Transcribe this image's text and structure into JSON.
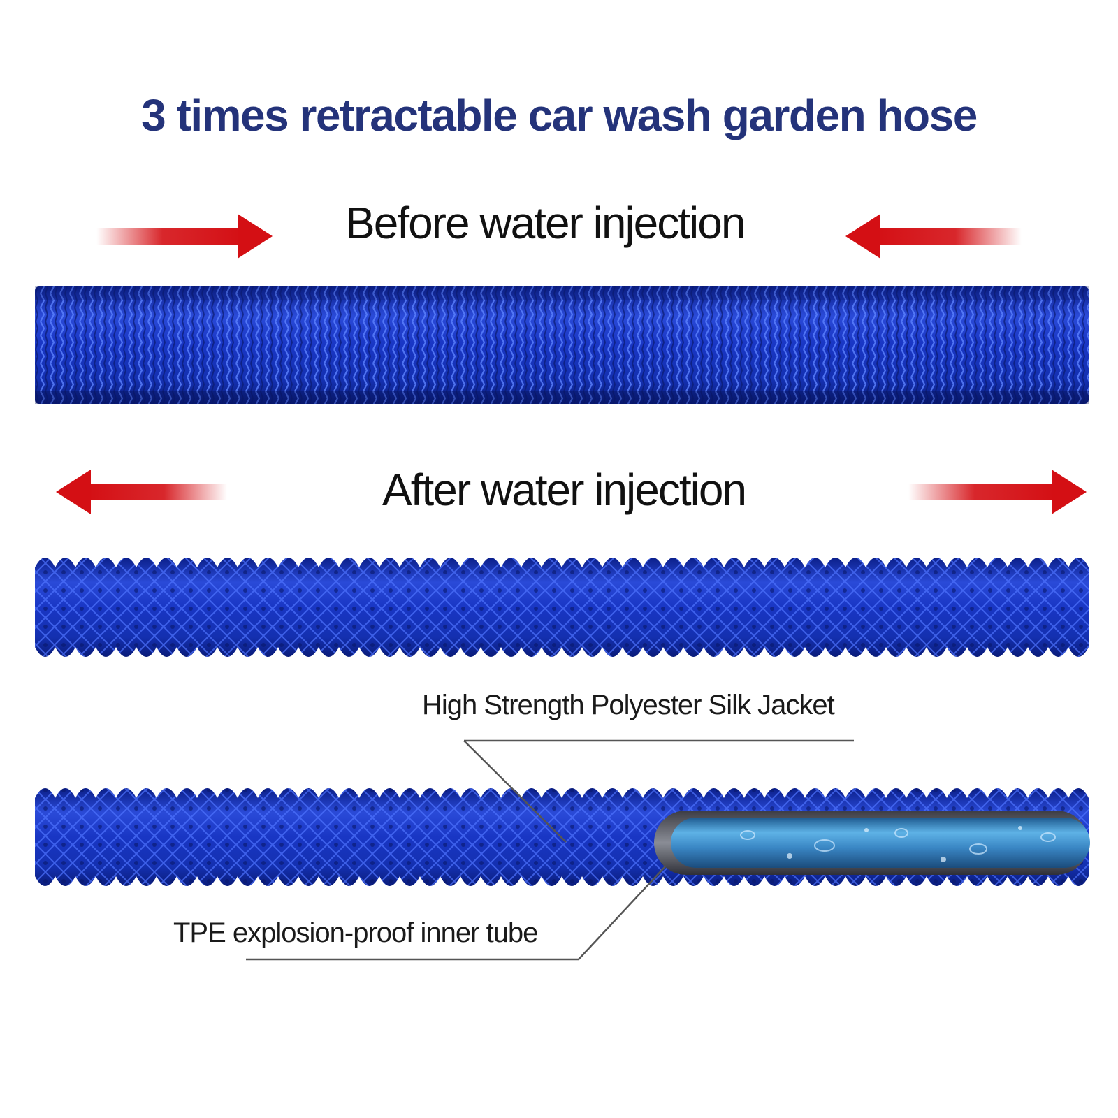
{
  "title": "3 times retractable car wash garden hose",
  "before": {
    "heading": "Before water injection"
  },
  "after": {
    "heading": "After water injection"
  },
  "labels": {
    "jacket": "High Strength Polyester Silk Jacket",
    "tube": "TPE explosion-proof inner tube"
  },
  "colors": {
    "title": "#24337a",
    "arrow": "#d40f14",
    "hose_dark": "#0b1f8a",
    "hose_mid": "#1936c4",
    "hose_light": "#3b62e8",
    "inner_tube": "#3a86c4"
  }
}
